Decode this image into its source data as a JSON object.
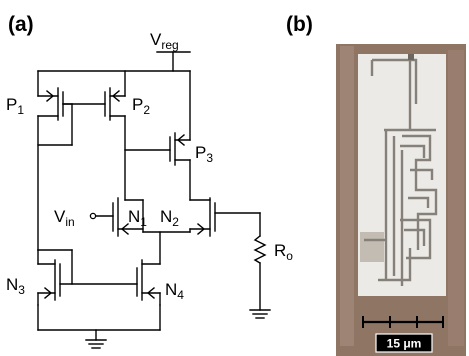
{
  "panels": {
    "a": {
      "label": "(a)"
    },
    "b": {
      "label": "(b)"
    }
  },
  "circuit": {
    "supply": {
      "main": "V",
      "sub": "reg"
    },
    "input": {
      "main": "V",
      "sub": "in"
    },
    "transistors": {
      "P1": {
        "main": "P",
        "sub": "1"
      },
      "P2": {
        "main": "P",
        "sub": "2"
      },
      "P3": {
        "main": "P",
        "sub": "3"
      },
      "N1": {
        "main": "N",
        "sub": "1"
      },
      "N2": {
        "main": "N",
        "sub": "2"
      },
      "N3": {
        "main": "N",
        "sub": "3"
      },
      "N4": {
        "main": "N",
        "sub": "4"
      }
    },
    "resistor": {
      "main": "R",
      "sub": "o"
    }
  },
  "micrograph": {
    "scale_bar_label": "15 μm"
  },
  "colors": {
    "line": "#000000",
    "micrograph_border": "#8f7664",
    "micrograph_window": "#eceae6",
    "micrograph_metal": "#858079",
    "scale_bar_bg": "#000000",
    "scale_bar_text": "#ffffff"
  }
}
